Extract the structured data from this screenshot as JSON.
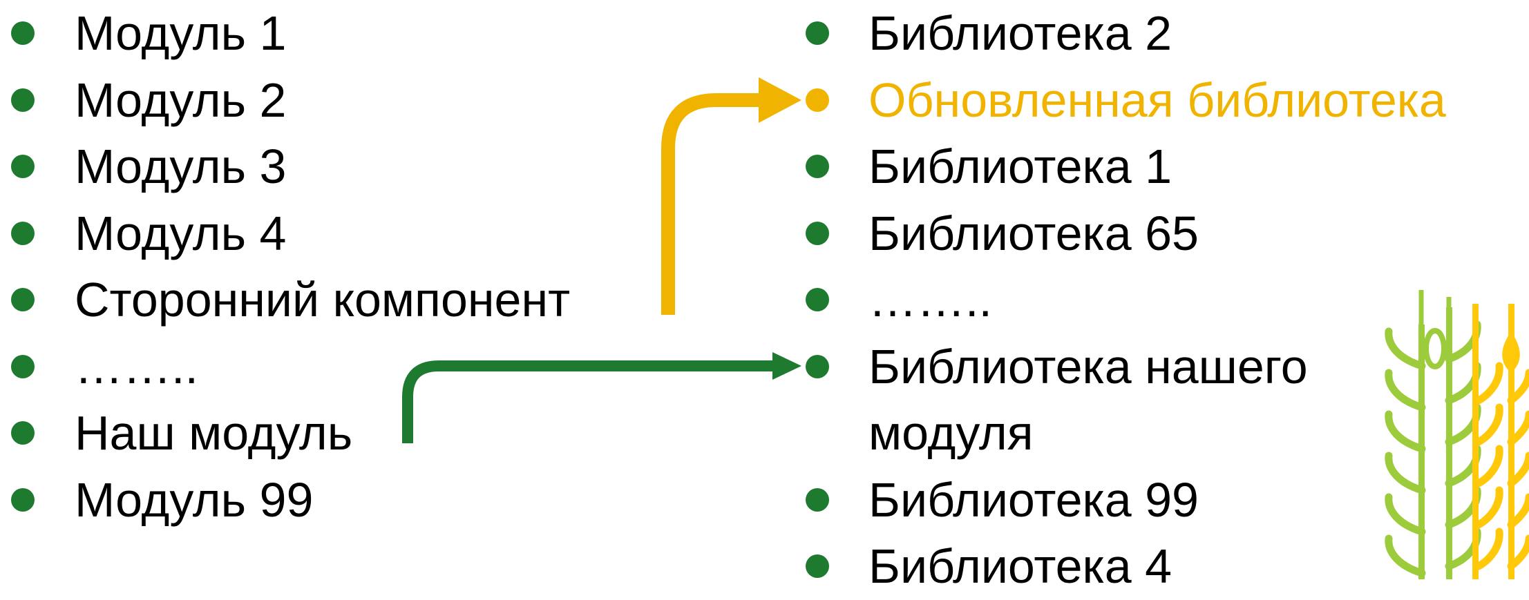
{
  "colors": {
    "text": "#000000",
    "bullet": "#1e7a2e",
    "highlight": "#f0b400",
    "arrow_yellow": "#f0b400",
    "arrow_green": "#1e7a2e",
    "wheat_green": "#9ccb3b",
    "wheat_yellow": "#ffc90a"
  },
  "modules": [
    {
      "label": "Модуль 1"
    },
    {
      "label": "Модуль 2"
    },
    {
      "label": "Модуль 3"
    },
    {
      "label": "Модуль 4"
    },
    {
      "label": "Сторонний компонент"
    },
    {
      "label": "……..",
      "ellipsis": true
    },
    {
      "label": "Наш модуль"
    },
    {
      "label": "Модуль 99"
    }
  ],
  "libraries": [
    {
      "label": "Библиотека 2"
    },
    {
      "label": "Обновленная библиотека",
      "highlight": true
    },
    {
      "label": "Библиотека 1"
    },
    {
      "label": "Библиотека 65"
    },
    {
      "label": "……..",
      "ellipsis": true
    },
    {
      "label": "Библиотека нашего модуля",
      "wrap": true
    },
    {
      "label": "Библиотека 99"
    },
    {
      "label": "Библиотека 4"
    }
  ],
  "arrows": [
    {
      "from": "Сторонний компонент",
      "to": "Обновленная библиотека",
      "color": "#f0b400"
    },
    {
      "from": "Наш модуль",
      "to": "Библиотека нашего модуля",
      "color": "#1e7a2e"
    }
  ],
  "decoration": {
    "icon": "wheat-ears-icon"
  }
}
